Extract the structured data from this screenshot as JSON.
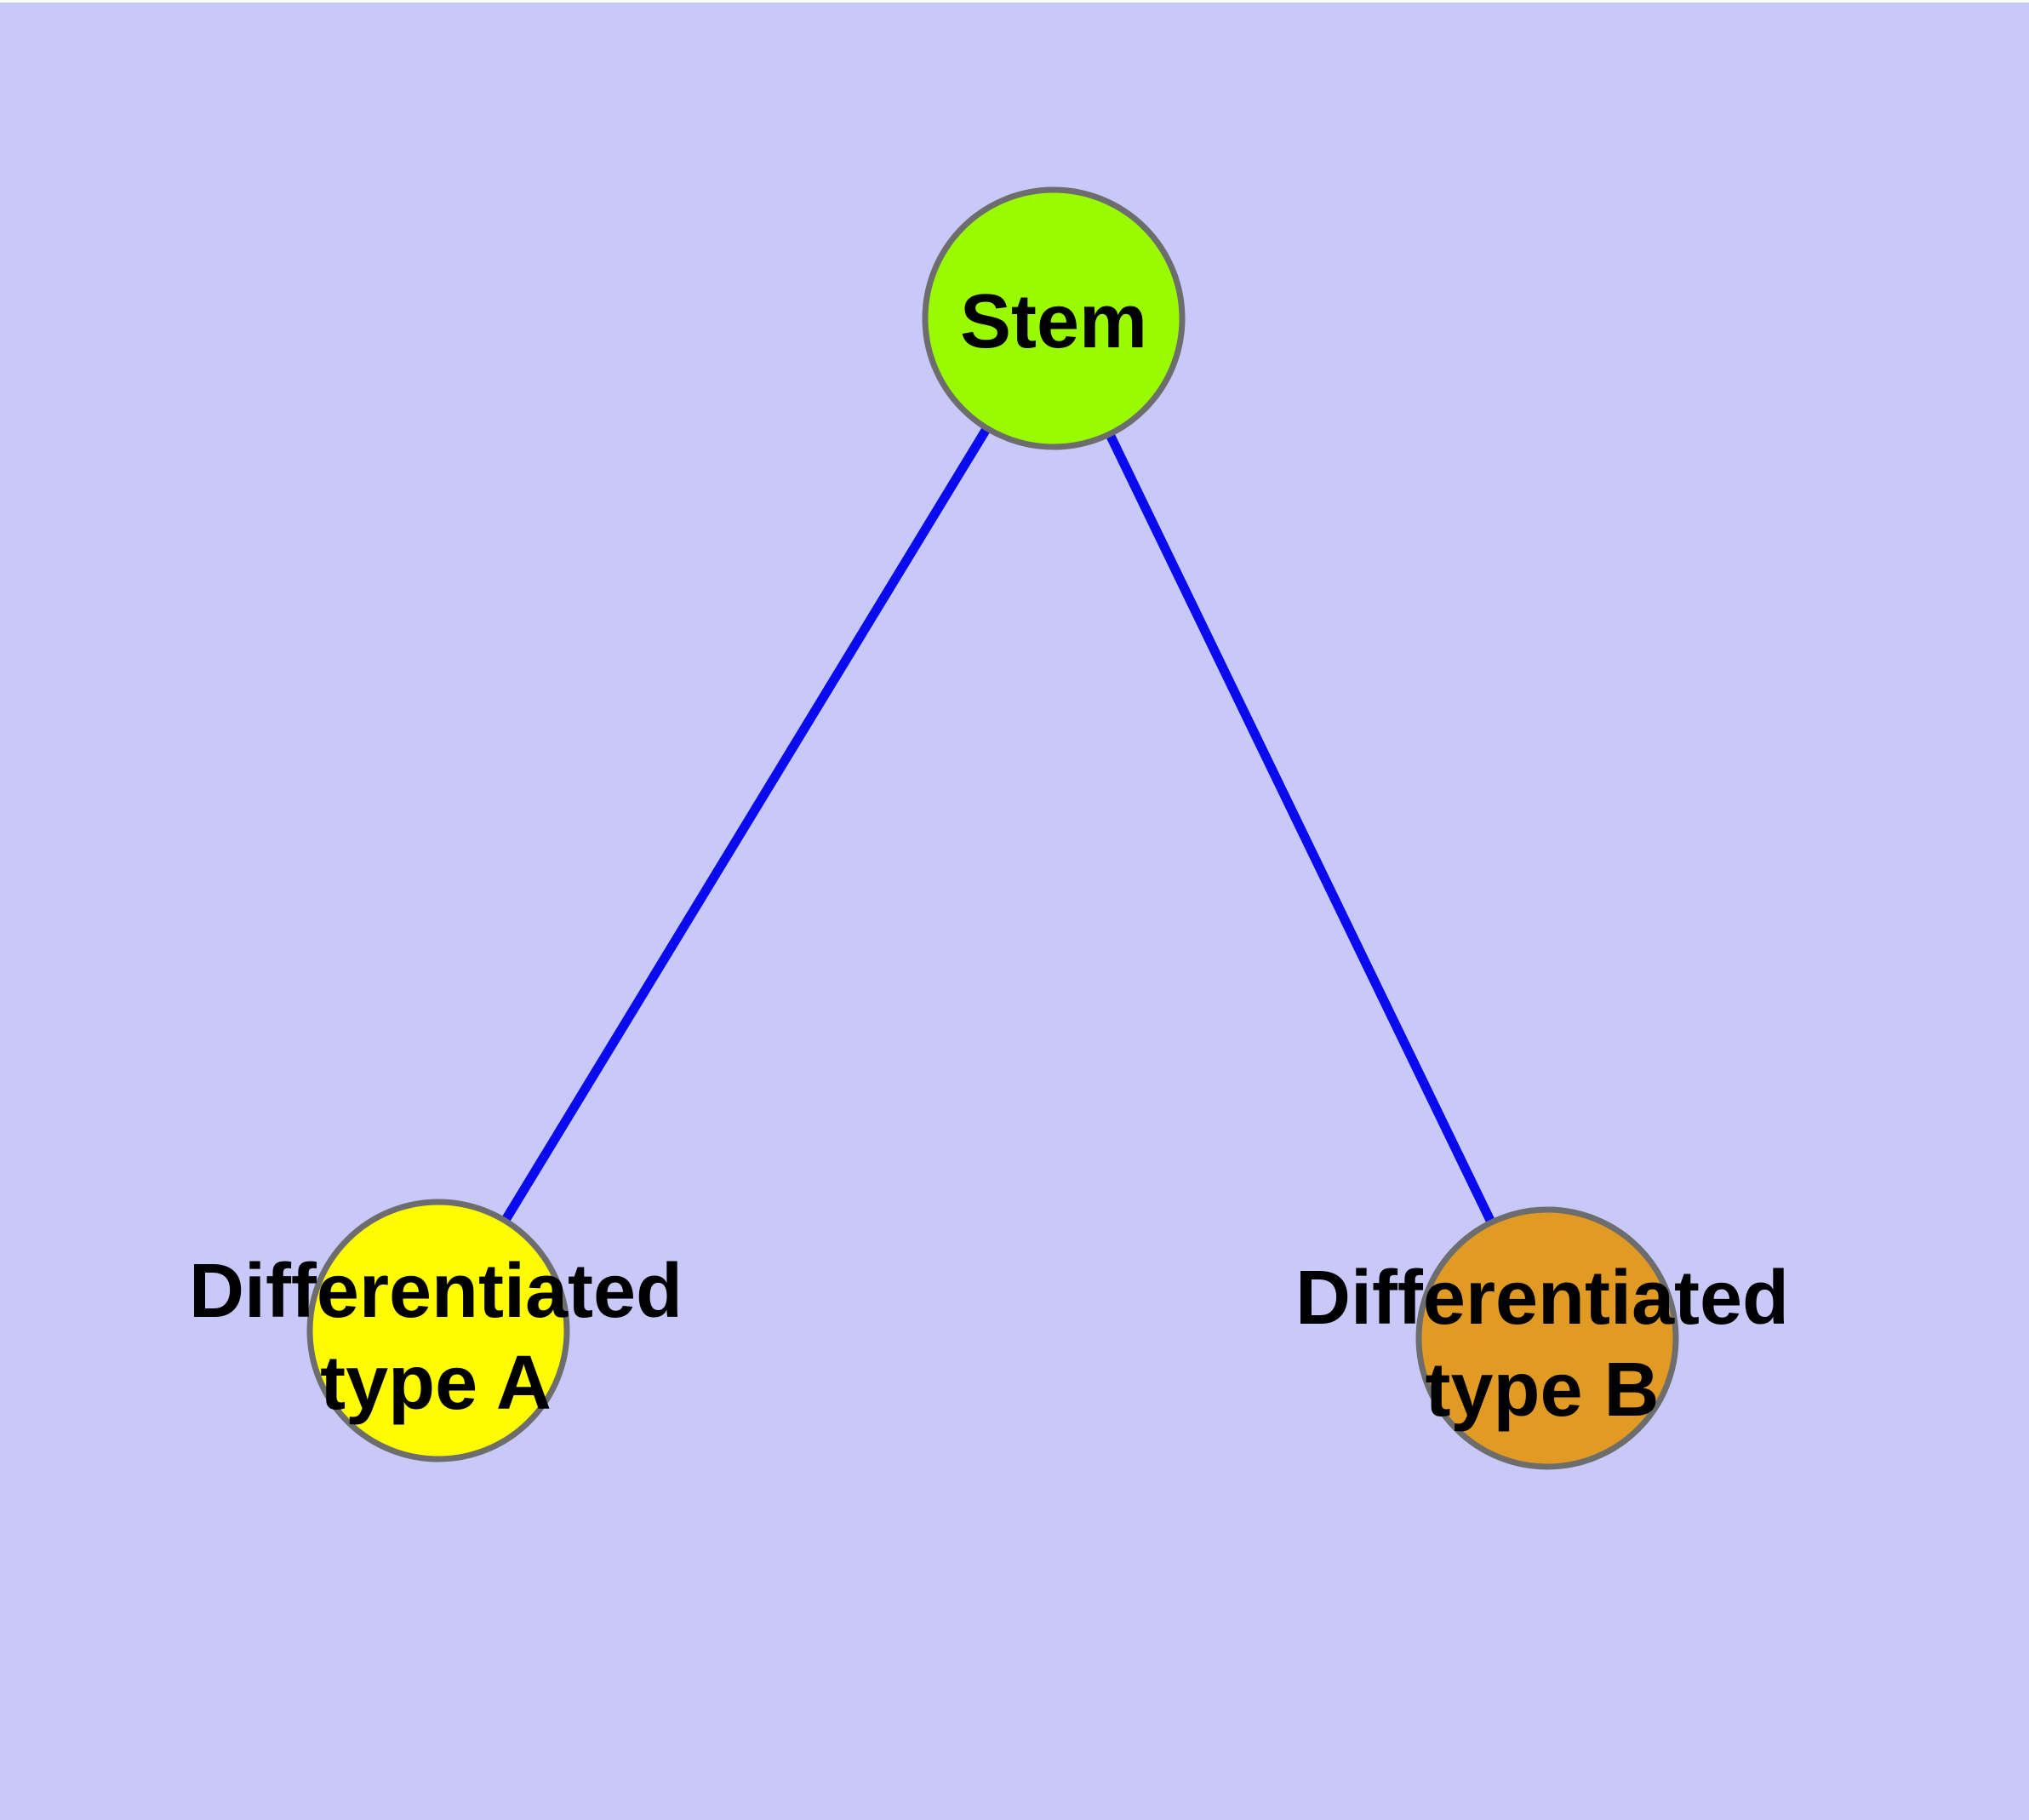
{
  "colors": {
    "background": "#c9c9f9",
    "top_strip": "#ffffff",
    "edge": "#0a0aee",
    "node_border": "#6d6d6d",
    "label_text": "#000000"
  },
  "nodes": [
    {
      "id": "stem",
      "label": "Stem",
      "lines": [
        "Stem"
      ],
      "fill": "#9afb00"
    },
    {
      "id": "differentiated-type-a",
      "label": "Differentiated type A",
      "lines": [
        "Differentiated",
        "type A"
      ],
      "fill": "#fffb00"
    },
    {
      "id": "differentiated-type-b",
      "label": "Differentiated type B",
      "lines": [
        "Differentiated",
        "type B"
      ],
      "fill": "#e19a23"
    }
  ],
  "edges": [
    {
      "from": "Stem",
      "to": "Differentiated type A"
    },
    {
      "from": "Stem",
      "to": "Differentiated type B"
    }
  ]
}
